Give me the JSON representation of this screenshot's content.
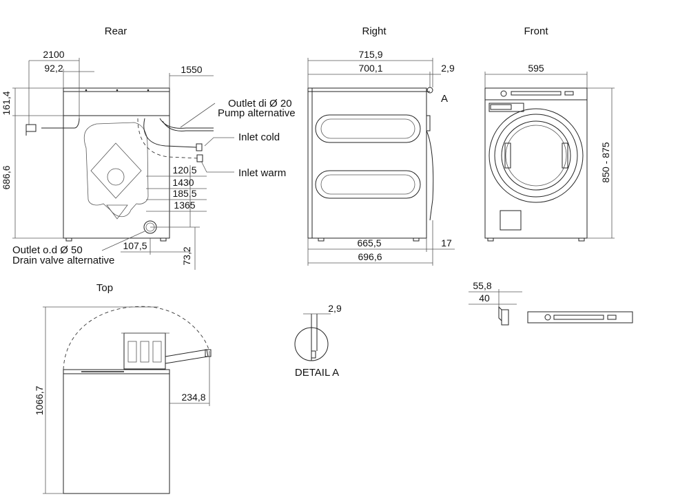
{
  "views": {
    "rear": {
      "title": "Rear",
      "dims": {
        "d2100": "2100",
        "d92_2": "92,2",
        "d1550": "1550",
        "d161_4": "161,4",
        "d686_6": "686,6",
        "d120_5": "120,5",
        "d1430": "1430",
        "d185_5": "185,5",
        "d1365": "1365",
        "d107_5": "107,5",
        "d73_2": "73,2"
      },
      "callouts": {
        "outlet_di": "Outlet di Ø 20",
        "pump_alt": "Pump alternative",
        "inlet_cold": "Inlet cold",
        "inlet_warm": "Inlet warm",
        "outlet_od": "Outlet o.d Ø 50",
        "drain_alt": "Drain valve alternative"
      }
    },
    "right": {
      "title": "Right",
      "dims": {
        "d715_9": "715,9",
        "d700_1": "700,1",
        "d2_9": "2,9",
        "d665_5": "665,5",
        "d17": "17",
        "d696_6": "696,6"
      },
      "marker": "A"
    },
    "front": {
      "title": "Front",
      "dims": {
        "d595": "595",
        "d850_875": "850 - 875"
      }
    },
    "top": {
      "title": "Top",
      "dims": {
        "d1066_7": "1066,7",
        "d234_8": "234,8"
      }
    },
    "detail": {
      "title": "DETAIL A",
      "dims": {
        "d2_9": "2,9"
      }
    },
    "panel": {
      "dims": {
        "d55_8": "55,8",
        "d40": "40"
      }
    }
  }
}
